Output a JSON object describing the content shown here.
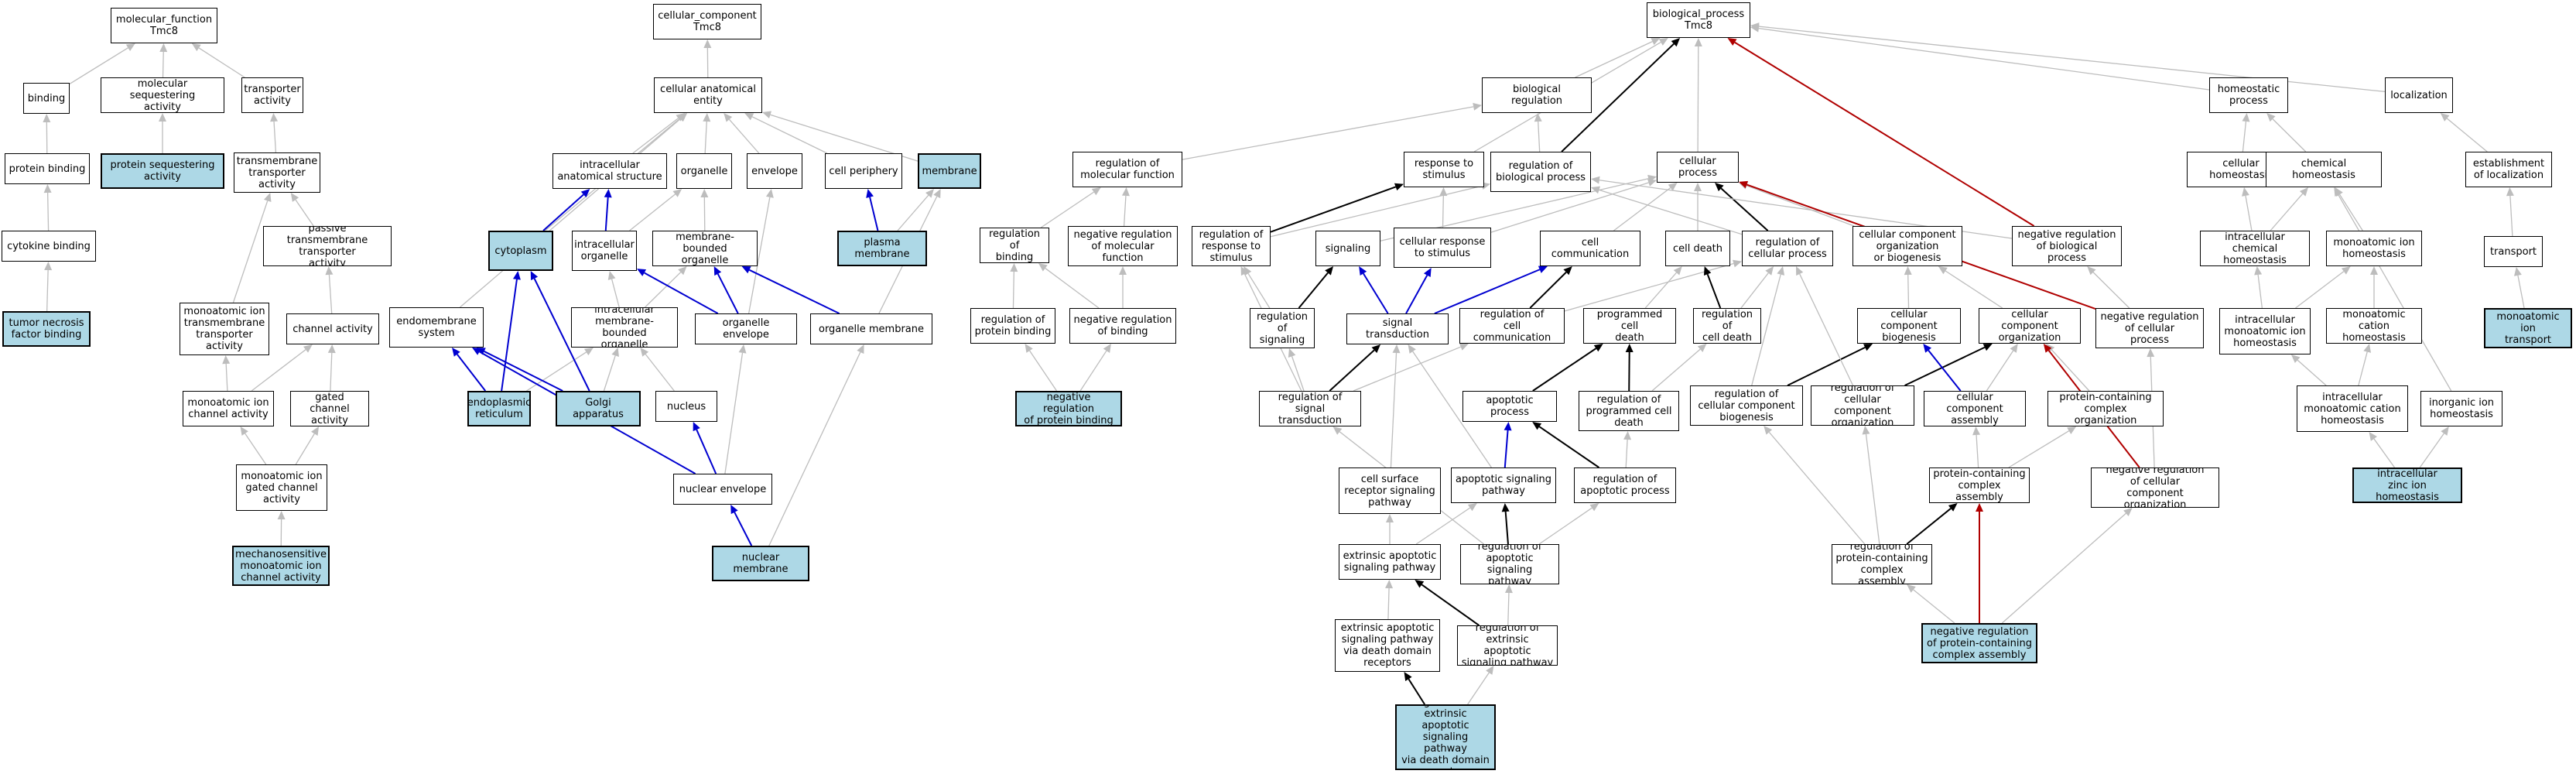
{
  "colors": {
    "highlight": "#add8e6",
    "gray": "#bdbdbd",
    "black": "#000000",
    "blue": "#0000d0",
    "red": "#b00000"
  },
  "nodes": {
    "mf": {
      "label": "molecular_function\nTmc8",
      "hl": false
    },
    "binding": {
      "label": "binding",
      "hl": false
    },
    "molseq": {
      "label": "molecular sequestering\nactivity",
      "hl": false
    },
    "transporter": {
      "label": "transporter\nactivity",
      "hl": false
    },
    "protbind": {
      "label": "protein binding",
      "hl": false
    },
    "protseq": {
      "label": "protein sequestering\nactivity",
      "hl": true
    },
    "tmtrans": {
      "label": "transmembrane\ntransporter\nactivity",
      "hl": false
    },
    "cytbind": {
      "label": "cytokine binding",
      "hl": false
    },
    "passive": {
      "label": "passive transmembrane\ntransporter\nactivity",
      "hl": false
    },
    "tnf": {
      "label": "tumor necrosis\nfactor binding",
      "hl": true
    },
    "moitm": {
      "label": "monoatomic ion\ntransmembrane\ntransporter\nactivity",
      "hl": false
    },
    "channel": {
      "label": "channel activity",
      "hl": false
    },
    "moichan": {
      "label": "monoatomic ion\nchannel activity",
      "hl": false
    },
    "gated": {
      "label": "gated channel\nactivity",
      "hl": false
    },
    "moigated": {
      "label": "monoatomic ion\ngated channel\nactivity",
      "hl": false
    },
    "mechano": {
      "label": "mechanosensitive\nmonoatomic ion\nchannel activity",
      "hl": true
    },
    "cc": {
      "label": "cellular_component\nTmc8",
      "hl": false
    },
    "cae": {
      "label": "cellular anatomical\nentity",
      "hl": false
    },
    "ias": {
      "label": "intracellular\nanatomical structure",
      "hl": false
    },
    "organelle": {
      "label": "organelle",
      "hl": false
    },
    "envelope": {
      "label": "envelope",
      "hl": false
    },
    "periphery": {
      "label": "cell periphery",
      "hl": false
    },
    "membrane": {
      "label": "membrane",
      "hl": true
    },
    "cytoplasm": {
      "label": "cytoplasm",
      "hl": true
    },
    "intorg": {
      "label": "intracellular\norganelle",
      "hl": false
    },
    "mbo": {
      "label": "membrane-bounded\norganelle",
      "hl": false
    },
    "plasma": {
      "label": "plasma membrane",
      "hl": true
    },
    "endosys": {
      "label": "endomembrane\nsystem",
      "hl": false
    },
    "imbo": {
      "label": "intracellular\nmembrane-bounded\norganelle",
      "hl": false
    },
    "orgenv": {
      "label": "organelle envelope",
      "hl": false
    },
    "orgmem": {
      "label": "organelle membrane",
      "hl": false
    },
    "er": {
      "label": "endoplasmic\nreticulum",
      "hl": true
    },
    "golgi": {
      "label": "Golgi apparatus",
      "hl": true
    },
    "nucleus": {
      "label": "nucleus",
      "hl": false
    },
    "nucenv": {
      "label": "nuclear envelope",
      "hl": false
    },
    "nucmem": {
      "label": "nuclear membrane",
      "hl": true
    },
    "bp": {
      "label": "biological_process\nTmc8",
      "hl": false
    },
    "bioreg": {
      "label": "biological regulation",
      "hl": false
    },
    "homeo": {
      "label": "homeostatic\nprocess",
      "hl": false
    },
    "local": {
      "label": "localization",
      "hl": false
    },
    "regmf": {
      "label": "regulation of\nmolecular function",
      "hl": false
    },
    "resp": {
      "label": "response to\nstimulus",
      "hl": false
    },
    "regbp": {
      "label": "regulation of\nbiological process",
      "hl": false
    },
    "cellproc": {
      "label": "cellular process",
      "hl": false
    },
    "cellhomeo": {
      "label": "cellular homeostasis",
      "hl": false
    },
    "chemhomeo": {
      "label": "chemical homeostasis",
      "hl": false
    },
    "estloc": {
      "label": "establishment\nof localization",
      "hl": false
    },
    "regbind": {
      "label": "regulation of\nbinding",
      "hl": false
    },
    "negregmf": {
      "label": "negative regulation\nof molecular\nfunction",
      "hl": false
    },
    "regresp": {
      "label": "regulation of\nresponse to\nstimulus",
      "hl": false
    },
    "signaling": {
      "label": "signaling",
      "hl": false
    },
    "cellresp": {
      "label": "cellular response\nto stimulus",
      "hl": false
    },
    "cellcomm": {
      "label": "cell communication",
      "hl": false
    },
    "celldeath": {
      "label": "cell death",
      "hl": false
    },
    "regcp": {
      "label": "regulation of\ncellular process",
      "hl": false
    },
    "ccob": {
      "label": "cellular component\norganization\nor biogenesis",
      "hl": false
    },
    "negregbp": {
      "label": "negative regulation\nof biological\nprocess",
      "hl": false
    },
    "intchem": {
      "label": "intracellular\nchemical homeostasis",
      "hl": false
    },
    "moihomeo": {
      "label": "monoatomic ion\nhomeostasis",
      "hl": false
    },
    "transport": {
      "label": "transport",
      "hl": false
    },
    "regpb": {
      "label": "regulation of\nprotein binding",
      "hl": false
    },
    "negregbind": {
      "label": "negative regulation\nof binding",
      "hl": false
    },
    "regsig": {
      "label": "regulation of\nsignaling",
      "hl": false
    },
    "sigtrans": {
      "label": "signal transduction",
      "hl": false
    },
    "regcc": {
      "label": "regulation of\ncell communication",
      "hl": false
    },
    "pcd": {
      "label": "programmed cell\ndeath",
      "hl": false
    },
    "regcd": {
      "label": "regulation of\ncell death",
      "hl": false
    },
    "ccbio": {
      "label": "cellular component\nbiogenesis",
      "hl": false
    },
    "ccorg": {
      "label": "cellular component\norganization",
      "hl": false
    },
    "negregcp": {
      "label": "negative regulation\nof cellular\nprocess",
      "hl": false
    },
    "intmoi": {
      "label": "intracellular\nmonoatomic ion\nhomeostasis",
      "hl": false
    },
    "moication": {
      "label": "monoatomic cation\nhomeostasis",
      "hl": false
    },
    "moitransport": {
      "label": "monoatomic ion\ntransport",
      "hl": true
    },
    "negregpb": {
      "label": "negative regulation\nof protein binding",
      "hl": true
    },
    "regst": {
      "label": "regulation of\nsignal transduction",
      "hl": false
    },
    "apop": {
      "label": "apoptotic process",
      "hl": false
    },
    "regpcd": {
      "label": "regulation of\nprogrammed cell\ndeath",
      "hl": false
    },
    "regccbio": {
      "label": "regulation of\ncellular component\nbiogenesis",
      "hl": false
    },
    "regccorg": {
      "label": "regulation of\ncellular component\norganization",
      "hl": false
    },
    "ccass": {
      "label": "cellular component\nassembly",
      "hl": false
    },
    "pcorg": {
      "label": "protein-containing\ncomplex organization",
      "hl": false
    },
    "intmoication": {
      "label": "intracellular\nmonoatomic cation\nhomeostasis",
      "hl": false
    },
    "inorg": {
      "label": "inorganic ion\nhomeostasis",
      "hl": false
    },
    "cellsurf": {
      "label": "cell surface\nreceptor signaling\npathway",
      "hl": false
    },
    "apopsig": {
      "label": "apoptotic signaling\npathway",
      "hl": false
    },
    "regapop": {
      "label": "regulation of\napoptotic process",
      "hl": false
    },
    "pcass": {
      "label": "protein-containing\ncomplex assembly",
      "hl": false
    },
    "negregccorg": {
      "label": "negative regulation\nof cellular\ncomponent organization",
      "hl": false
    },
    "zinc": {
      "label": "intracellular\nzinc ion homeostasis",
      "hl": true
    },
    "extapop": {
      "label": "extrinsic apoptotic\nsignaling pathway",
      "hl": false
    },
    "regapopsig": {
      "label": "regulation of\napoptotic signaling\npathway",
      "hl": false
    },
    "regpcass": {
      "label": "regulation of\nprotein-containing\ncomplex assembly",
      "hl": false
    },
    "extdd": {
      "label": "extrinsic apoptotic\nsignaling pathway\nvia death domain\nreceptors",
      "hl": false
    },
    "regext": {
      "label": "regulation of\nextrinsic apoptotic\nsignaling pathway",
      "hl": false
    },
    "negregpcass": {
      "label": "negative regulation\nof protein-containing\ncomplex assembly",
      "hl": true
    },
    "regextdd": {
      "label": "regulation of\nextrinsic apoptotic\nsignaling pathway\nvia death domain\nreceptors",
      "hl": true
    }
  }
}
